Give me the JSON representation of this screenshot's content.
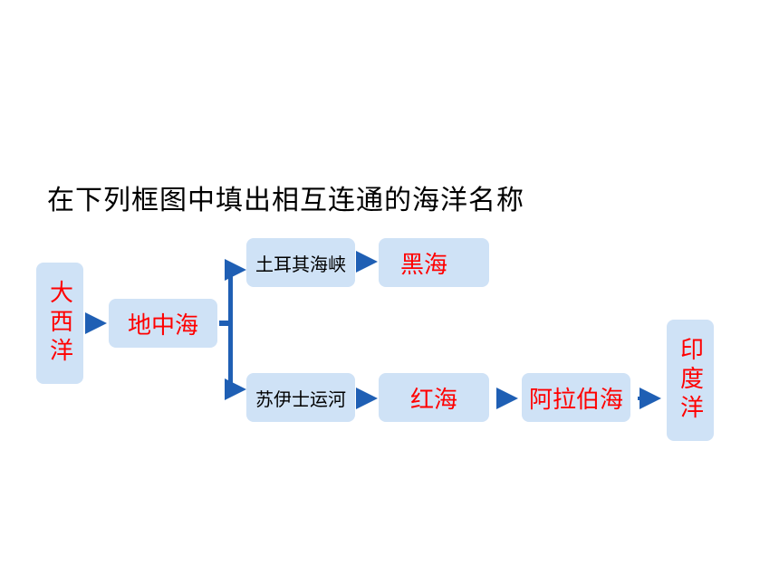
{
  "title": "在下列框图中填出相互连通的海洋名称",
  "colors": {
    "box_fill": "#cfe2f6",
    "answer_text": "#ff0000",
    "arrow": "#1f5fb4"
  },
  "nodes": {
    "atlantic": "大西洋",
    "mediterranean": "地中海",
    "turkish_straits": "土耳其海峡",
    "black_sea": "黑海",
    "suez_canal": "苏伊士运河",
    "red_sea": "红海",
    "arabian_sea": "阿拉伯海",
    "indian_ocean": "印度洋"
  }
}
